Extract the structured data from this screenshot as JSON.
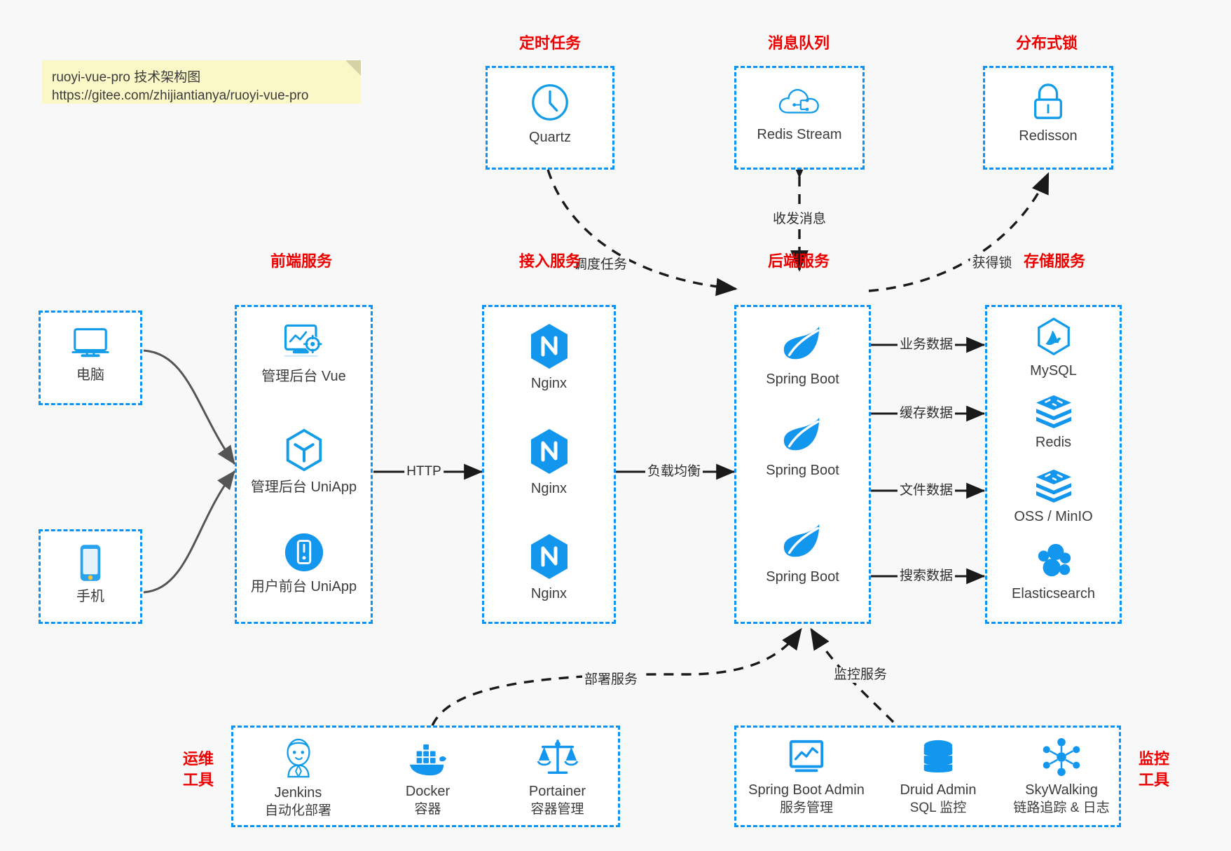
{
  "note": {
    "line1": "ruoyi-vue-pro 技术架构图",
    "line2": "https://gitee.com/zhijiantianya/ruoyi-vue-pro"
  },
  "colors": {
    "box_border": "#0b93f6",
    "group_title": "#ee0000",
    "icon_blue": "#139ce8",
    "label_text": "#3c3c3c",
    "arrow_solid": "#1a1a1a",
    "arrow_curve": "#555555",
    "canvas_bg": "#f8f8f8",
    "note_bg": "#fbf8c8"
  },
  "groups": {
    "scheduled_task": {
      "title": "定时任务",
      "nodes": [
        {
          "label": "Quartz",
          "icon": "clock-icon"
        }
      ]
    },
    "message_queue": {
      "title": "消息队列",
      "nodes": [
        {
          "label": "Redis Stream",
          "icon": "cloud-stream-icon"
        }
      ]
    },
    "distributed_lock": {
      "title": "分布式锁",
      "nodes": [
        {
          "label": "Redisson",
          "icon": "lock-icon"
        }
      ]
    },
    "client_pc": {
      "title": "",
      "nodes": [
        {
          "label": "电脑",
          "icon": "desktop-icon"
        }
      ]
    },
    "client_mobile": {
      "title": "",
      "nodes": [
        {
          "label": "手机",
          "icon": "smartphone-icon"
        }
      ]
    },
    "frontend": {
      "title": "前端服务",
      "nodes": [
        {
          "label": "管理后台 Vue",
          "icon": "dashboard-gear-icon"
        },
        {
          "label": "管理后台 UniApp",
          "icon": "hexagon-cube-icon"
        },
        {
          "label": "用户前台 UniApp",
          "icon": "mobile-circle-icon"
        }
      ]
    },
    "gateway": {
      "title": "接入服务",
      "nodes": [
        {
          "label": "Nginx",
          "icon": "nginx-icon"
        },
        {
          "label": "Nginx",
          "icon": "nginx-icon"
        },
        {
          "label": "Nginx",
          "icon": "nginx-icon"
        }
      ]
    },
    "backend": {
      "title": "后端服务",
      "nodes": [
        {
          "label": "Spring Boot",
          "icon": "spring-boot-icon"
        },
        {
          "label": "Spring Boot",
          "icon": "spring-boot-icon"
        },
        {
          "label": "Spring Boot",
          "icon": "spring-boot-icon"
        }
      ]
    },
    "storage": {
      "title": "存储服务",
      "nodes": [
        {
          "label": "MySQL",
          "icon": "mysql-icon"
        },
        {
          "label": "Redis",
          "icon": "redis-icon"
        },
        {
          "label": "OSS / MinIO",
          "icon": "oss-minio-icon"
        },
        {
          "label": "Elasticsearch",
          "icon": "elasticsearch-icon"
        }
      ]
    },
    "devops": {
      "title": "运维\n工具",
      "title_line1": "运维",
      "title_line2": "工具",
      "nodes": [
        {
          "label": "Jenkins",
          "sublabel": "自动化部署",
          "icon": "jenkins-icon"
        },
        {
          "label": "Docker",
          "sublabel": "容器",
          "icon": "docker-icon"
        },
        {
          "label": "Portainer",
          "sublabel": "容器管理",
          "icon": "scales-icon"
        }
      ]
    },
    "monitoring": {
      "title_line1": "监控",
      "title_line2": "工具",
      "nodes": [
        {
          "label": "Spring Boot Admin",
          "sublabel": "服务管理",
          "icon": "monitor-chart-icon"
        },
        {
          "label": "Druid Admin",
          "sublabel": "SQL 监控",
          "icon": "database-icon"
        },
        {
          "label": "SkyWalking",
          "sublabel": "链路追踪 & 日志",
          "icon": "skywalking-icon"
        }
      ]
    }
  },
  "edges": [
    {
      "id": "http",
      "label": "HTTP"
    },
    {
      "id": "load-balance",
      "label": "负载均衡"
    },
    {
      "id": "schedule-task",
      "label": "调度任务"
    },
    {
      "id": "send-receive-message",
      "label": "收发消息"
    },
    {
      "id": "acquire-lock",
      "label": "获得锁"
    },
    {
      "id": "business-data",
      "label": "业务数据"
    },
    {
      "id": "cache-data",
      "label": "缓存数据"
    },
    {
      "id": "file-data",
      "label": "文件数据"
    },
    {
      "id": "search-data",
      "label": "搜索数据"
    },
    {
      "id": "deploy-service",
      "label": "部署服务"
    },
    {
      "id": "monitor-service",
      "label": "监控服务"
    }
  ]
}
